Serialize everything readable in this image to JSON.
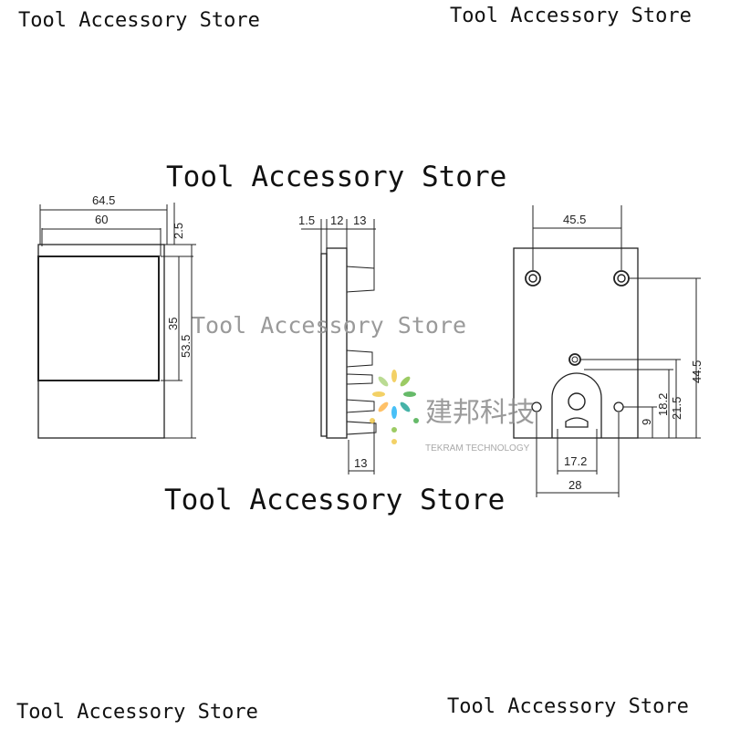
{
  "watermarks": {
    "top_left": "Tool Accessory Store",
    "top_right": "Tool Accessory Store",
    "middle_top": "Tool Accessory Store",
    "middle": "Tool Accessory Store",
    "middle_bottom": "Tool Accessory Store",
    "bottom_left": "Tool Accessory Store",
    "bottom_right": "Tool Accessory Store"
  },
  "front_view": {
    "dim_outer_width": "64.5",
    "dim_inner_width": "60",
    "dim_top_offset": "2.5",
    "dim_inner_height": "35",
    "dim_outer_height": "53.5"
  },
  "side_view": {
    "dim_flange": "1.5",
    "dim_body": "12",
    "dim_terminal": "13",
    "dim_bottom_terminal": "13"
  },
  "rear_view": {
    "dim_hole_spacing": "45.5",
    "dim_top_hole_height": "44.5",
    "dim_adjuster_height": "21.5",
    "dim_side_holes_height": "18.2",
    "dim_base": "9",
    "dim_terminal_spacing": "17.2",
    "dim_side_hole_spacing": "28"
  },
  "logo": {
    "name_cn": "建邦科技",
    "name_en": "TEKRAM TECHNOLOGY"
  }
}
